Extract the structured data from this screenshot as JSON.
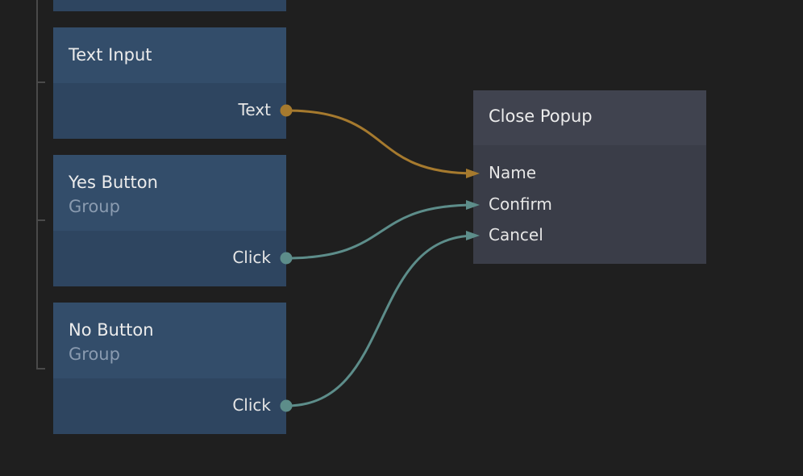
{
  "colors": {
    "background": "#1f1f1f",
    "source_node": "#2e4560",
    "source_node_header": "#334d6a",
    "target_node": "#3a3d48",
    "wire_text": "#a67a2e",
    "wire_signal": "#5d8d8a"
  },
  "nodes": {
    "text_input": {
      "title": "Text Input",
      "port": "Text"
    },
    "yes_button": {
      "title": "Yes Button",
      "subtitle": "Group",
      "port": "Click"
    },
    "no_button": {
      "title": "No Button",
      "subtitle": "Group",
      "port": "Click"
    },
    "close_popup": {
      "title": "Close Popup",
      "ports": [
        "Name",
        "Confirm",
        "Cancel"
      ]
    }
  },
  "connections": [
    {
      "from": "Text Input.Text",
      "to": "Close Popup.Name",
      "type": "text"
    },
    {
      "from": "Yes Button.Click",
      "to": "Close Popup.Confirm",
      "type": "signal"
    },
    {
      "from": "No Button.Click",
      "to": "Close Popup.Cancel",
      "type": "signal"
    }
  ]
}
